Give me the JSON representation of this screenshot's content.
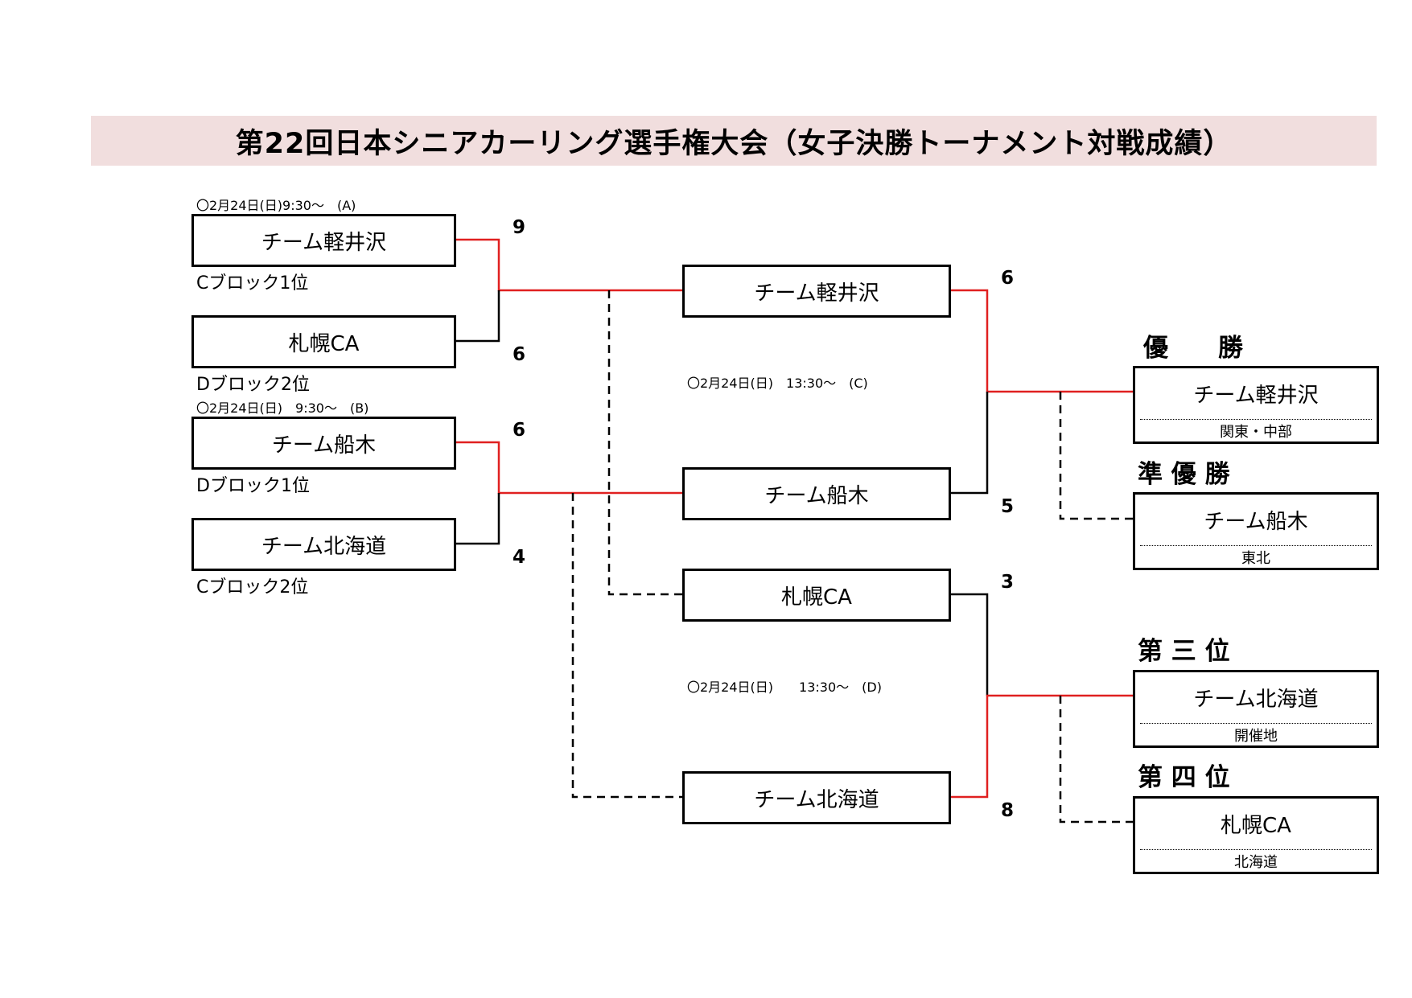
{
  "title": "第22回日本シニアカーリング選手権大会（女子決勝トーナメント対戦成績）",
  "round1": {
    "match_a": {
      "schedule": "〇2月24日(日)9:30～　(A)",
      "team1": "チーム軽井沢",
      "team1_block": "Cブロック1位",
      "team1_score": "9",
      "team2": "札幌CA",
      "team2_block": "Dブロック2位",
      "team2_score": "6"
    },
    "match_b": {
      "schedule": "〇2月24日(日)　9:30～　(B)",
      "team1": "チーム船木",
      "team1_block": "Dブロック1位",
      "team1_score": "6",
      "team2": "チーム北海道",
      "team2_block": "Cブロック2位",
      "team2_score": "4"
    }
  },
  "round2": {
    "match_c": {
      "schedule": "〇2月24日(日)　13:30～　(C)",
      "team1": "チーム軽井沢",
      "team1_score": "6",
      "team2": "チーム船木",
      "team2_score": "5"
    },
    "match_d": {
      "schedule": "〇2月24日(日)　　13:30～　(D)",
      "team1": "札幌CA",
      "team1_score": "3",
      "team2": "チーム北海道",
      "team2_score": "8"
    }
  },
  "results": [
    {
      "rank": "優　　勝",
      "team": "チーム軽井沢",
      "region": "関東・中部"
    },
    {
      "rank": "準 優 勝",
      "team": "チーム船木",
      "region": "東北"
    },
    {
      "rank": "第 三 位",
      "team": "チーム北海道",
      "region": "開催地"
    },
    {
      "rank": "第 四 位",
      "team": "札幌CA",
      "region": "北海道"
    }
  ],
  "colors": {
    "winner_line": "#e02020",
    "loser_line": "#000000",
    "title_bg": "#f1dede"
  }
}
